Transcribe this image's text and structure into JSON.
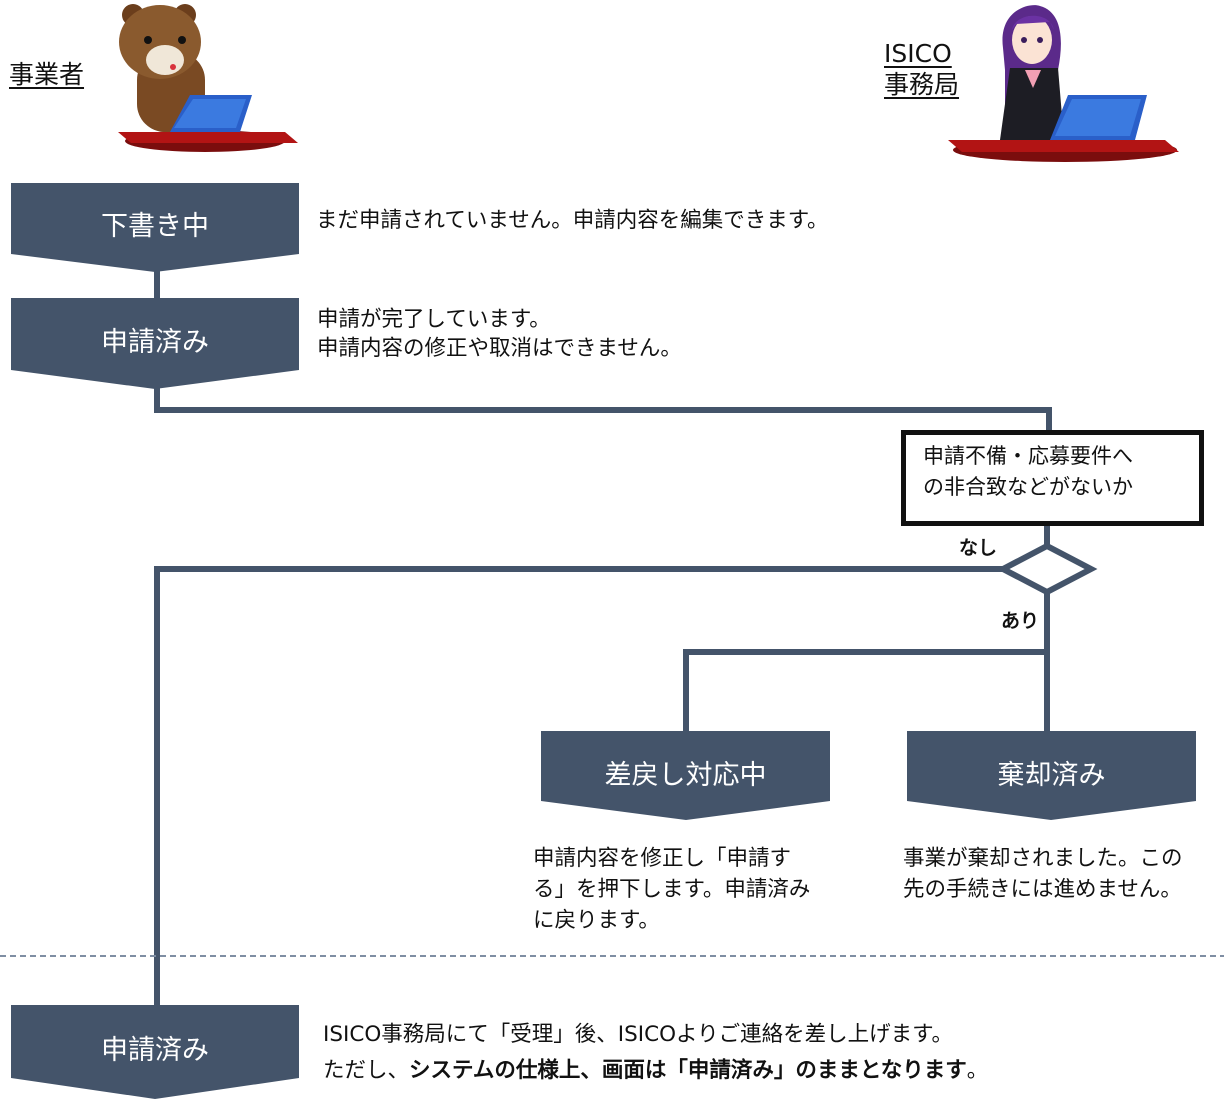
{
  "actors": {
    "business": "事業者",
    "office_line1": "ISICO",
    "office_line2": "事務局"
  },
  "statuses": {
    "draft": "下書き中",
    "applied": "申請済み",
    "returned": "差戻し対応中",
    "rejected": "棄却済み",
    "applied_final": "申請済み"
  },
  "descriptions": {
    "draft": "まだ申請されていません。申請内容を編集できます。",
    "applied_line1": "申請が完了しています。",
    "applied_line2": "申請内容の修正や取消はできません。",
    "returned_line1": "申請内容を修正し「申請す",
    "returned_line2": "る」を押下します。申請済み",
    "returned_line3": "に戻ります。",
    "rejected_line1": "事業が棄却されました。この",
    "rejected_line2": "先の手続きには進めません。",
    "final_line1": "ISICO事務局にて「受理」後、ISICOよりご連絡を差し上げます。",
    "final_line2_plain": "ただし、",
    "final_line2_bold": "システムの仕様上、画面は「申請済み」のままとなります",
    "final_line2_end": "。"
  },
  "condition": {
    "line1": "申請不備・応募要件へ",
    "line2": "の非合致などがないか"
  },
  "branches": {
    "no": "なし",
    "yes": "あり"
  },
  "colors": {
    "box_fill": "#44546a",
    "line": "#44546a",
    "dashed": "#7f8ea3"
  }
}
